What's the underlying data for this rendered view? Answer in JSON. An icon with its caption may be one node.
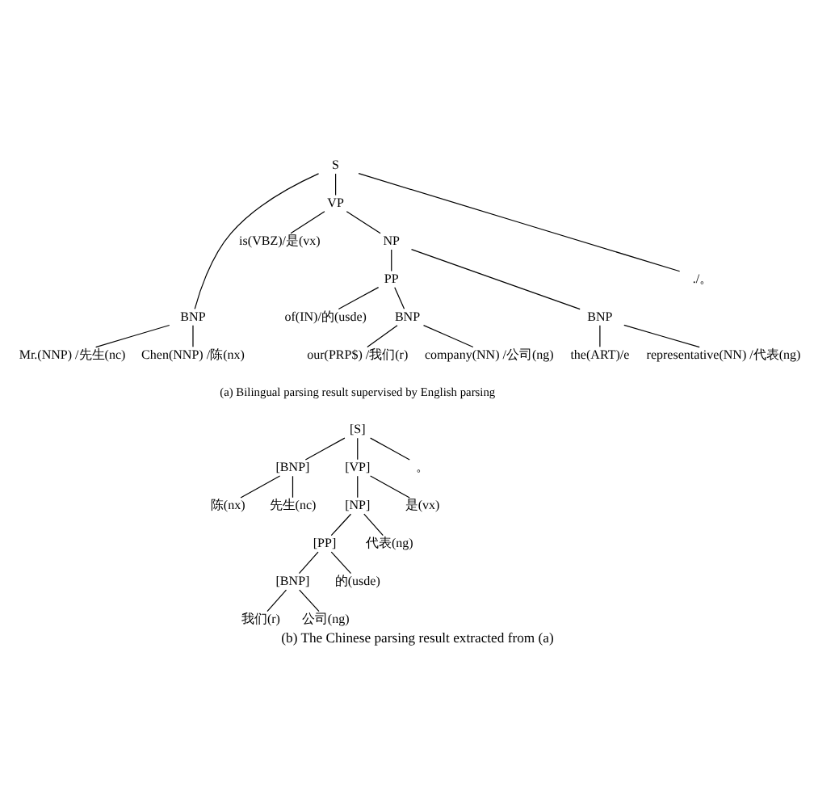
{
  "diagram": {
    "caption": "(b) The Chinese parsing result extracted from (a)",
    "nodes": [
      {
        "text": [
          "S"
        ]
      },
      {
        "text": [
          "BNP"
        ]
      },
      {
        "text": [
          "VP"
        ]
      },
      {
        "text": [
          "./。"
        ]
      },
      {
        "text": [
          "Mr.(NNP) /先生(nc)"
        ]
      },
      {
        "text": [
          "Chen(NNP) /陈(nx)"
        ]
      },
      {
        "text": [
          "is(VBZ)/是(vx)"
        ]
      },
      {
        "text": [
          "NP"
        ]
      },
      {
        "text": [
          "PP"
        ]
      },
      {
        "text": [
          "BNP"
        ]
      },
      {
        "text": [
          "of(IN)/的(usde)"
        ]
      },
      {
        "text": [
          "BNP"
        ]
      },
      {
        "text": [
          "the(ART)/e"
        ]
      },
      {
        "text": [
          "representative(NN) /代表(ng)"
        ]
      },
      {
        "text": [
          "our(PRP$) /我们(r)"
        ]
      },
      {
        "text": [
          "company(NN) /公司(ng)"
        ]
      },
      {
        "text": [
          "[S]"
        ]
      },
      {
        "text": [
          "[BNP]"
        ]
      },
      {
        "text": [
          "[VP]"
        ]
      },
      {
        "text": [
          "[NP]"
        ]
      },
      {
        "text": [
          "。"
        ]
      },
      {
        "text": [
          "陈(nx)"
        ]
      },
      {
        "text": [
          "先生(nc)"
        ]
      },
      {
        "text": [
          "是(vx)"
        ]
      },
      {
        "text": [
          "[PP]"
        ]
      },
      {
        "text": [
          "[BNP]"
        ]
      },
      {
        "text": [
          "的(usde)"
        ]
      },
      {
        "text": [
          "代表(ng)"
        ]
      },
      {
        "text": [
          "我们(r)"
        ]
      },
      {
        "text": [
          "公司(ng)"
        ]
      }
    ],
    "edges": [
      {
        "from": 0,
        "to": 1,
        "arrow": "none"
      },
      {
        "from": 0,
        "to": 2,
        "arrow": "none"
      },
      {
        "from": 0,
        "to": 3,
        "arrow": "none"
      },
      {
        "from": 1,
        "to": 4,
        "arrow": "none"
      },
      {
        "from": 1,
        "to": 5,
        "arrow": "none"
      },
      {
        "from": 2,
        "to": 6,
        "arrow": "none"
      },
      {
        "from": 2,
        "to": 7,
        "arrow": "none"
      },
      {
        "from": 7,
        "to": 9,
        "arrow": "none"
      },
      {
        "from": 7,
        "to": 8,
        "arrow": "none"
      },
      {
        "from": 8,
        "to": 10,
        "arrow": "none"
      },
      {
        "from": 8,
        "to": 11,
        "arrow": "none"
      },
      {
        "from": 9,
        "to": 12,
        "arrow": "none"
      },
      {
        "from": 9,
        "to": 13,
        "arrow": "none"
      },
      {
        "from": 11,
        "to": 14,
        "arrow": "none"
      },
      {
        "from": 11,
        "to": 15,
        "arrow": "none"
      },
      {
        "from": 16,
        "to": 17,
        "arrow": "none"
      },
      {
        "from": 16,
        "to": 18,
        "arrow": "none"
      },
      {
        "from": 16,
        "to": 20,
        "arrow": "none"
      },
      {
        "from": 17,
        "to": 21,
        "arrow": "none"
      },
      {
        "from": 17,
        "to": 22,
        "arrow": "none"
      },
      {
        "from": 18,
        "to": 23,
        "arrow": "none"
      },
      {
        "from": 18,
        "to": 19,
        "arrow": "none"
      },
      {
        "from": 19,
        "to": 24,
        "arrow": "none"
      },
      {
        "from": 19,
        "to": 27,
        "arrow": "none"
      },
      {
        "from": 24,
        "to": 25,
        "arrow": "none"
      },
      {
        "from": 24,
        "to": 26,
        "arrow": "none"
      },
      {
        "from": 25,
        "to": 28,
        "arrow": "none"
      },
      {
        "from": 25,
        "to": 29,
        "arrow": "none"
      }
    ],
    "labels": [
      "(a) Bilingual parsing result supervised by English parsing"
    ]
  }
}
